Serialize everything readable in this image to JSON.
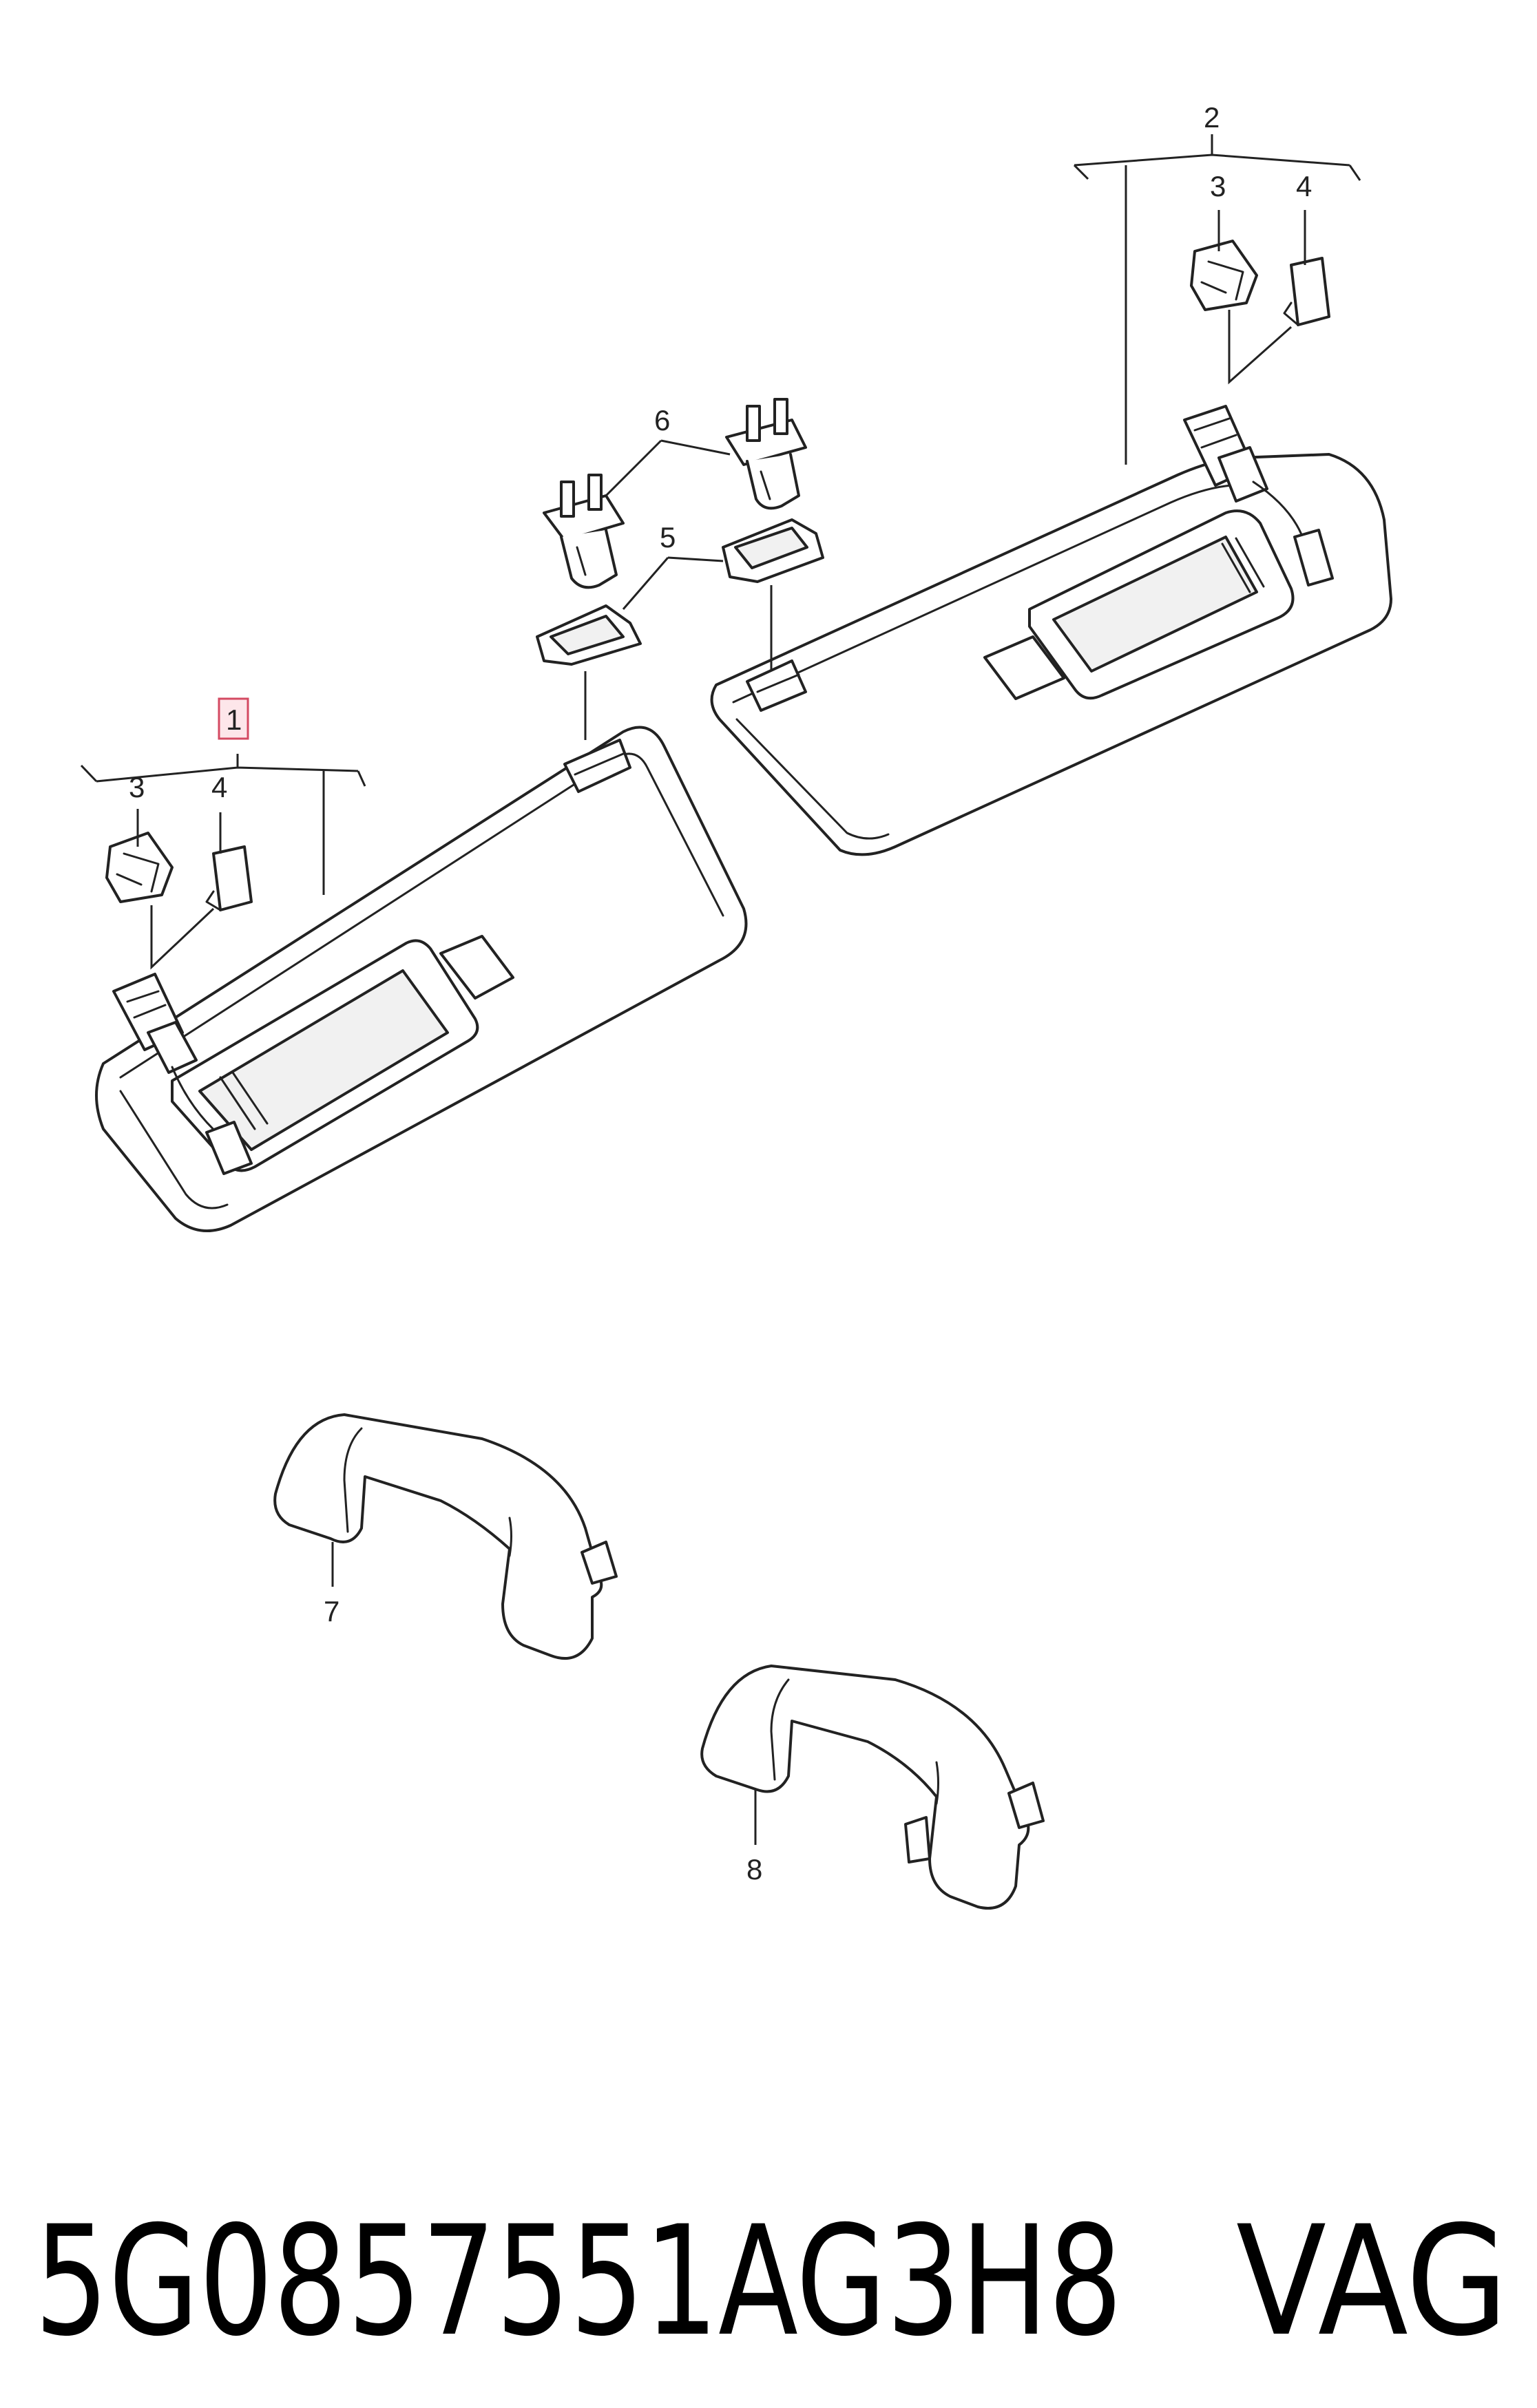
{
  "callouts": {
    "c1": "1",
    "c2": "2",
    "c3_left": "3",
    "c4_left": "4",
    "c3_right": "3",
    "c4_right": "4",
    "c5": "5",
    "c6": "6",
    "c7": "7",
    "c8": "8"
  },
  "footer": {
    "part_number": "5G0857551AG3H8",
    "brand": "VAG"
  },
  "colors": {
    "highlight_border": "#d44a62",
    "highlight_fill": "#fde6ea",
    "line": "#222222"
  }
}
